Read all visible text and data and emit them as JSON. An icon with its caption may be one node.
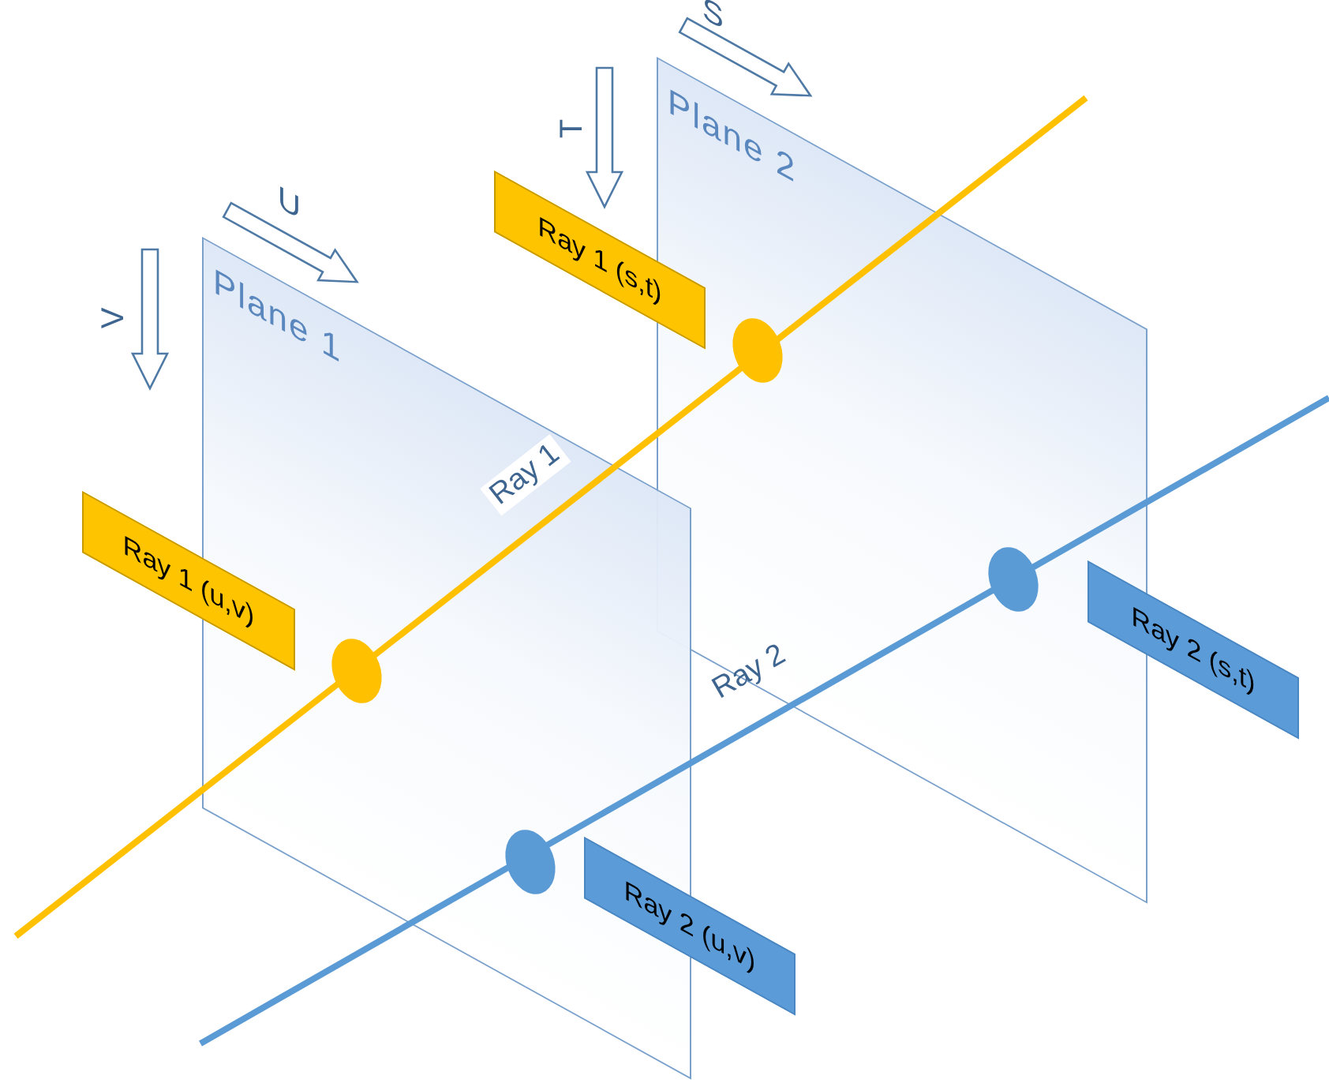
{
  "diagram": {
    "nodes": [
      {
        "text": [
          "Plane 2"
        ]
      },
      {
        "text": [
          "Ray 1 (s,t)"
        ]
      },
      {
        "text": [
          "Plane 1"
        ]
      },
      {
        "text": [
          "Ray 1 (u,v)"
        ]
      },
      {
        "text": [
          "Ray 2 (s,t)"
        ]
      },
      {
        "text": [
          "Ray 2 (u,v)"
        ]
      }
    ],
    "labels": [
      "S",
      "T",
      "U",
      "V",
      "Ray 1",
      "Ray 2"
    ]
  }
}
